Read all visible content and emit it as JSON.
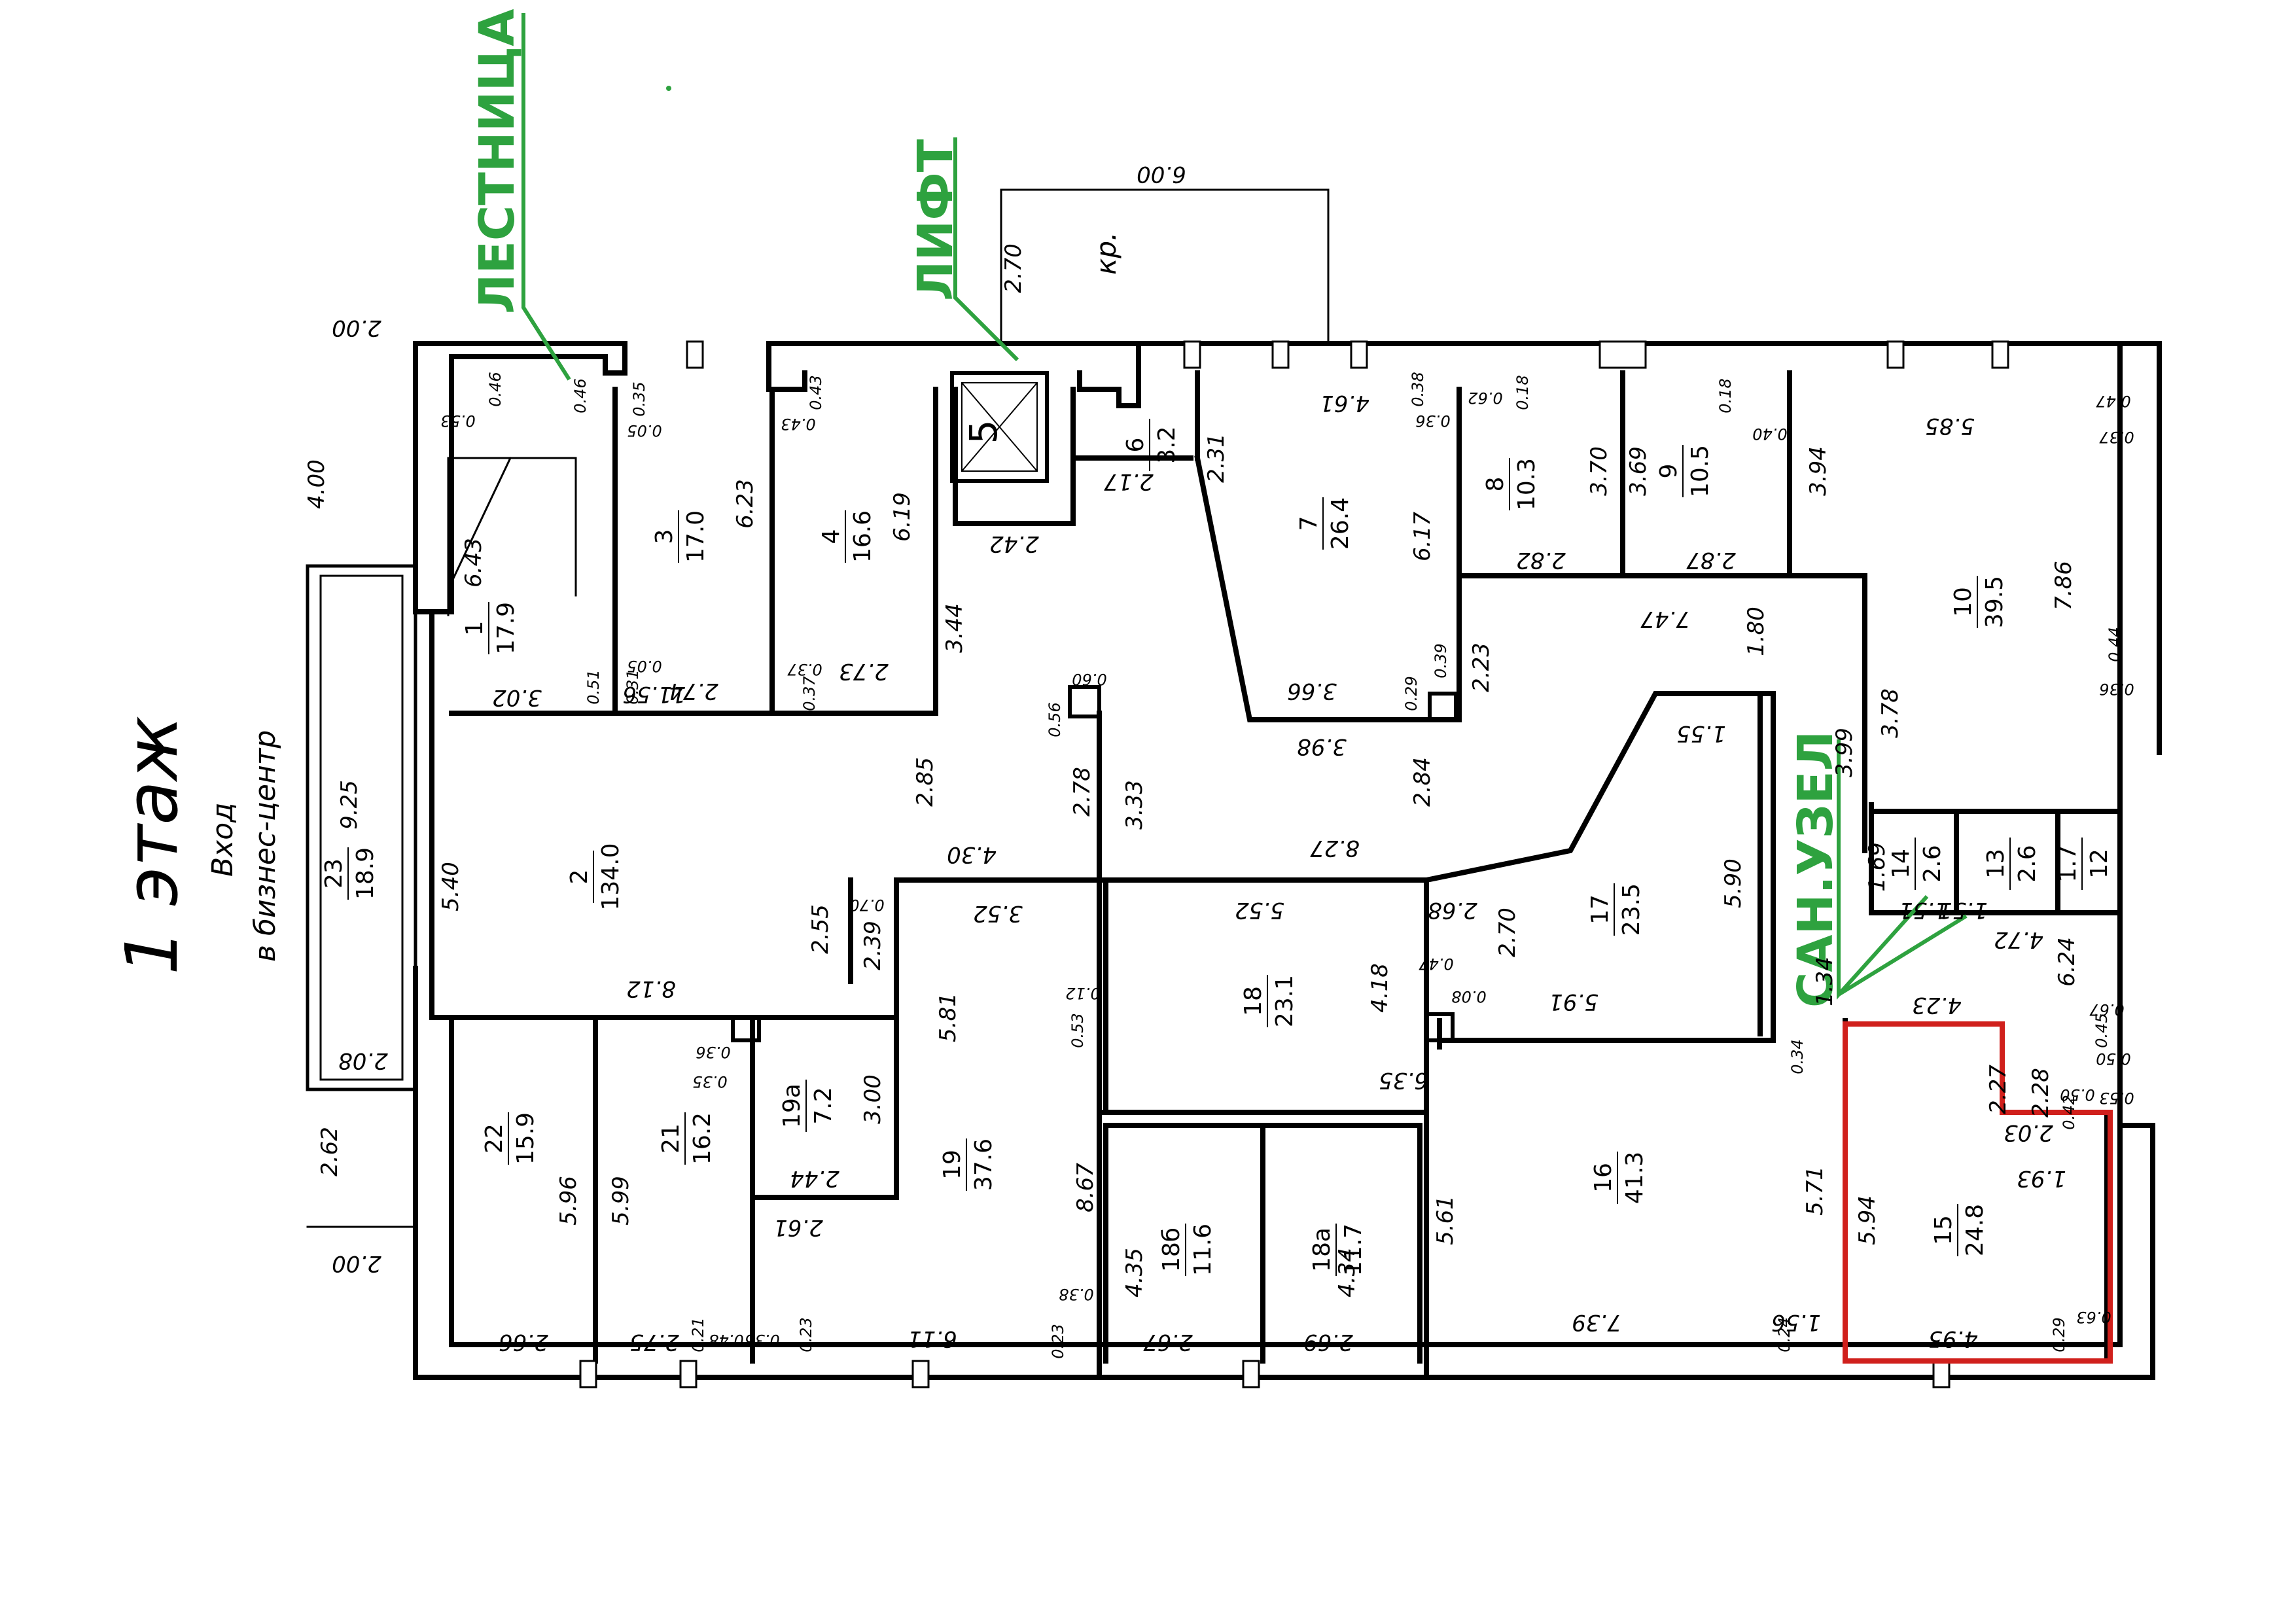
{
  "title": "1 этаж",
  "entrance": {
    "line1": "Вход",
    "line2": "в бизнес-центр"
  },
  "labels": {
    "stair": "ЛЕСТНИЦА",
    "lift": "ЛИФТ",
    "wc": "САН.УЗЕЛ",
    "porch": "кр."
  },
  "accent_color": "#2ea23f",
  "highlight_color": "#d0201c",
  "rooms": [
    {
      "id": "1",
      "num": "1",
      "area": "17.9"
    },
    {
      "id": "2",
      "num": "2",
      "area": "134.0"
    },
    {
      "id": "3",
      "num": "3",
      "area": "17.0"
    },
    {
      "id": "4",
      "num": "4",
      "area": "16.6"
    },
    {
      "id": "5",
      "num": "5",
      "area": ""
    },
    {
      "id": "6",
      "num": "6",
      "area": "3.2"
    },
    {
      "id": "7",
      "num": "7",
      "area": "26.4"
    },
    {
      "id": "8",
      "num": "8",
      "area": "10.3"
    },
    {
      "id": "9",
      "num": "9",
      "area": "10.5"
    },
    {
      "id": "10",
      "num": "10",
      "area": "39.5"
    },
    {
      "id": "12",
      "num": "1.7",
      "area": "12"
    },
    {
      "id": "13",
      "num": "13",
      "area": "2.6"
    },
    {
      "id": "14",
      "num": "14",
      "area": "2.6"
    },
    {
      "id": "15",
      "num": "15",
      "area": "24.8"
    },
    {
      "id": "16",
      "num": "16",
      "area": "41.3"
    },
    {
      "id": "17",
      "num": "17",
      "area": "23.5"
    },
    {
      "id": "18",
      "num": "18",
      "area": "23.1"
    },
    {
      "id": "18a",
      "num": "18а",
      "area": "11.7"
    },
    {
      "id": "18b",
      "num": "18б",
      "area": "11.6"
    },
    {
      "id": "19",
      "num": "19",
      "area": "37.6"
    },
    {
      "id": "19a",
      "num": "19а",
      "area": "7.2"
    },
    {
      "id": "21",
      "num": "21",
      "area": "16.2"
    },
    {
      "id": "22",
      "num": "22",
      "area": "15.9"
    },
    {
      "id": "23",
      "num": "23",
      "area": "18.9"
    }
  ],
  "dims": [
    "2.00",
    "4.00",
    "9.25",
    "2.08",
    "2.62",
    "2.00",
    "0.46",
    "0.46",
    "0.53",
    "0.35",
    "0.05",
    "6.43",
    "6.23",
    "0.43",
    "0.43",
    "6.19",
    "0.51",
    "0.31",
    "0.05",
    "3.02",
    "2.74",
    "0.37",
    "0.37",
    "2.73",
    "3.44",
    "2.42",
    "2.17",
    "6.00",
    "2.70",
    "2.31",
    "4.61",
    "0.38",
    "0.36",
    "6.17",
    "0.29",
    "0.39",
    "3.66",
    "3.98",
    "0.62",
    "0.18",
    "3.70",
    "2.82",
    "3.69",
    "0.18",
    "0.40",
    "2.87",
    "7.47",
    "2.23",
    "1.80",
    "3.94",
    "5.85",
    "0.47",
    "0.37",
    "7.86",
    "0.44",
    "0.36",
    "3.78",
    "3.99",
    "0.56",
    "0.60",
    "2.78",
    "3.33",
    "2.85",
    "4.30",
    "11.56",
    "5.40",
    "8.12",
    "2.84",
    "8.27",
    "1.55",
    "5.90",
    "2.55",
    "0.70",
    "2.39",
    "3.52",
    "5.52",
    "2.68",
    "2.70",
    "0.47",
    "0.08",
    "4.18",
    "5.91",
    "1.69",
    "1.51",
    "1.51",
    "4.72",
    "6.24",
    "1.34",
    "4.23",
    "0.67",
    "0.45",
    "0.50",
    "0.34",
    "6.35",
    "0.12",
    "0.53",
    "5.81",
    "0.36",
    "0.35",
    "3.00",
    "2.44",
    "2.61",
    "5.96",
    "5.99",
    "8.67",
    "2.27",
    "2.28",
    "0.42",
    "0.50",
    "2.03",
    "0.53",
    "1.93",
    "5.61",
    "5.71",
    "5.94",
    "4.35",
    "4.34",
    "2.66",
    "2.75",
    "0.21",
    "0.48",
    "0.36",
    "0.23",
    "6.11",
    "0.38",
    "0.23",
    "2.67",
    "2.69",
    "7.39",
    "0.24",
    "1.56",
    "4.95",
    "0.29",
    "0.63"
  ]
}
